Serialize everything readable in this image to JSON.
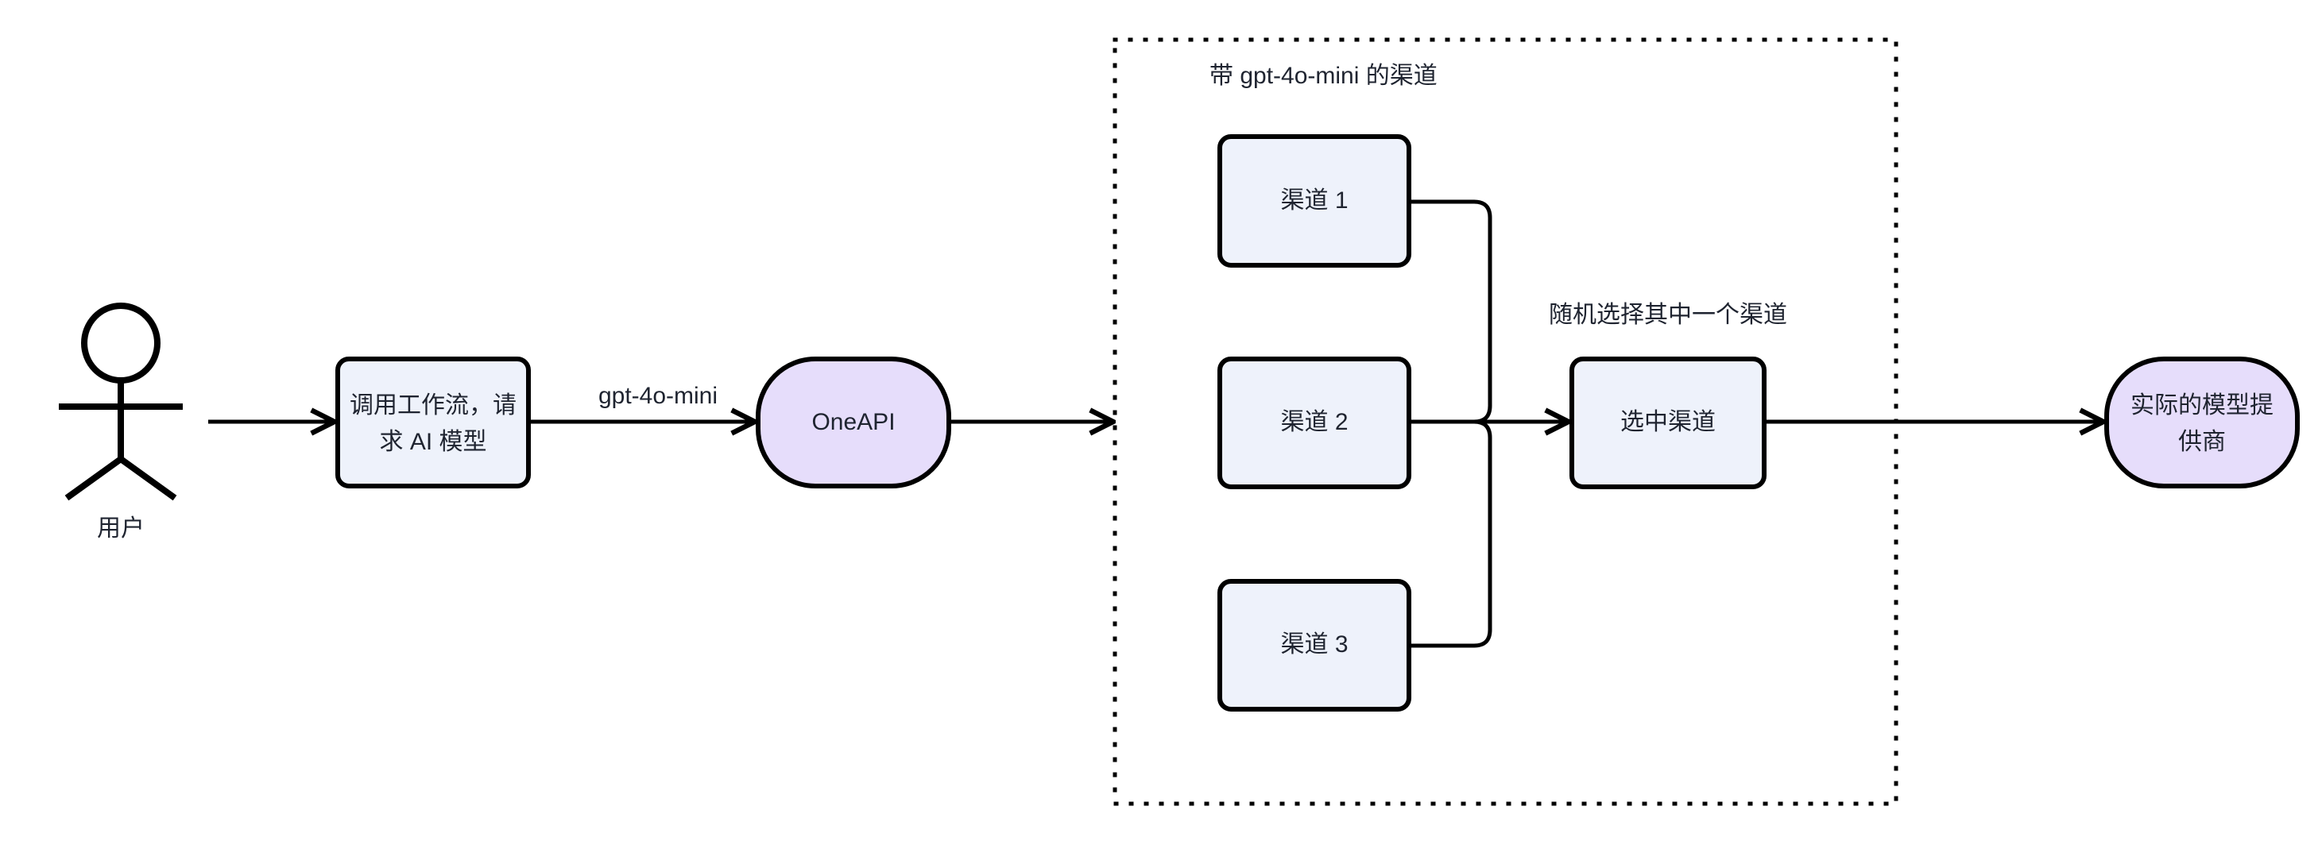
{
  "diagram": {
    "title_text": "",
    "colors": {
      "background": "#ffffff",
      "process_fill": "#eef2fb",
      "terminator_fill": "#e6ddfb",
      "stroke": "#000000",
      "text": "#1f2430"
    },
    "actor": {
      "icon": "stick-figure-actor-icon",
      "label": "用户"
    },
    "nodes": {
      "workflow_call": {
        "line1": "调用工作流，请",
        "line2": "求 AI 模型",
        "shape": "rounded-rect"
      },
      "oneapi": {
        "label": "OneAPI",
        "shape": "stadium"
      },
      "channel1": {
        "label": "渠道 1",
        "shape": "rounded-rect"
      },
      "channel2": {
        "label": "渠道 2",
        "shape": "rounded-rect"
      },
      "channel3": {
        "label": "渠道 3",
        "shape": "rounded-rect"
      },
      "selected_channel": {
        "label": "选中渠道",
        "shape": "rounded-rect"
      },
      "provider": {
        "line1": "实际的模型提",
        "line2": "供商",
        "shape": "stadium"
      }
    },
    "group": {
      "label": "带 gpt-4o-mini 的渠道",
      "border_style": "dotted"
    },
    "edge_labels": {
      "model_name": "gpt-4o-mini",
      "random_pick": "随机选择其中一个渠道"
    }
  },
  "chart_data": {
    "type": "flowchart",
    "direction": "left-to-right",
    "nodes": [
      {
        "id": "actor",
        "label": "用户",
        "shape": "actor"
      },
      {
        "id": "workflow_call",
        "label": "调用工作流，请求 AI 模型",
        "shape": "rounded-rect"
      },
      {
        "id": "oneapi",
        "label": "OneAPI",
        "shape": "stadium"
      },
      {
        "id": "channel1",
        "label": "渠道 1",
        "shape": "rounded-rect",
        "group": "带 gpt-4o-mini 的渠道"
      },
      {
        "id": "channel2",
        "label": "渠道 2",
        "shape": "rounded-rect",
        "group": "带 gpt-4o-mini 的渠道"
      },
      {
        "id": "channel3",
        "label": "渠道 3",
        "shape": "rounded-rect",
        "group": "带 gpt-4o-mini 的渠道"
      },
      {
        "id": "selected_channel",
        "label": "选中渠道",
        "shape": "rounded-rect",
        "group": "带 gpt-4o-mini 的渠道"
      },
      {
        "id": "provider",
        "label": "实际的模型提供商",
        "shape": "stadium"
      }
    ],
    "edges": [
      {
        "from": "actor",
        "to": "workflow_call",
        "label": ""
      },
      {
        "from": "workflow_call",
        "to": "oneapi",
        "label": "gpt-4o-mini"
      },
      {
        "from": "oneapi",
        "to": "channels_group",
        "label": ""
      },
      {
        "from": "channel1",
        "to": "selected_channel",
        "label": "随机选择其中一个渠道"
      },
      {
        "from": "channel2",
        "to": "selected_channel",
        "label": "随机选择其中一个渠道"
      },
      {
        "from": "channel3",
        "to": "selected_channel",
        "label": "随机选择其中一个渠道"
      },
      {
        "from": "selected_channel",
        "to": "provider",
        "label": ""
      }
    ],
    "groups": [
      {
        "label": "带 gpt-4o-mini 的渠道",
        "members": [
          "channel1",
          "channel2",
          "channel3",
          "selected_channel"
        ]
      }
    ]
  }
}
